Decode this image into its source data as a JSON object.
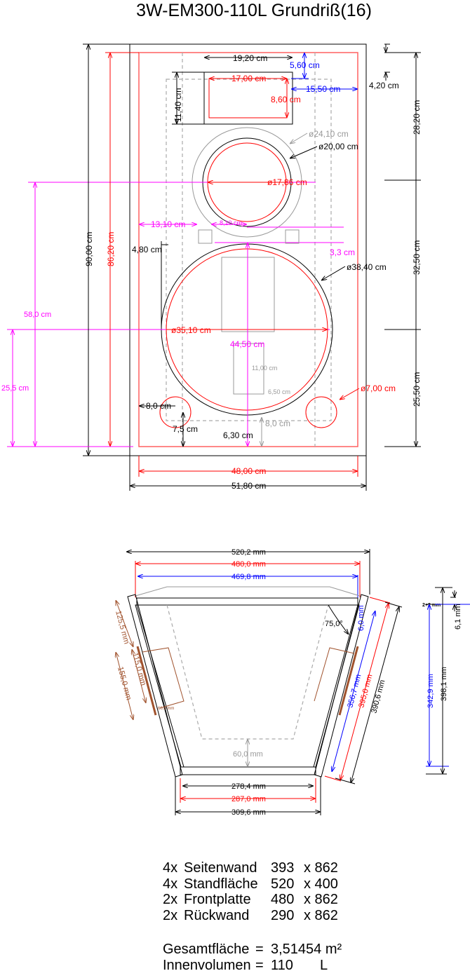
{
  "title": "3W-EM300-110L   Grundriß(16)",
  "front_view": {
    "w_tweeter_plate": "19,20 cm",
    "h_tweeter_plate": "11,40 cm",
    "w_tweeter_cut": "17,00 cm",
    "h_tweeter_cut": "8,60 cm",
    "top_offset": "5,60 cm",
    "side_offset": "15,50 cm",
    "top_margin": "4,20 cm",
    "d_mid_outer": "ø24,10 cm",
    "d_mid_frame": "ø20,00 cm",
    "d_mid_cut": "ø17,86 cm",
    "left_offset": "13,10 cm",
    "small_gap": "8,10 cm",
    "gap_3_3": "3,3 cm",
    "left_4_80": "4,80 cm",
    "d_woofer_frame": "ø38,40 cm",
    "d_woofer_cut": "ø35,10 cm",
    "woofer_center_h": "44,50 cm",
    "inner_rect_h": "11,00 cm",
    "inner_rect_w": "6,50 cm",
    "d_port": "ø7,00 cm",
    "port_side": "8,0 cm",
    "port_bottom": "7,5 cm",
    "woofer_bottom": "6,30 cm",
    "gray_bottom": "8,0 cm",
    "height_total": "90,00 cm",
    "height_inner": "86,20 cm",
    "mid_height": "58,0 cm",
    "woofer_height": "25,5 cm",
    "seg_top": "28,20 cm",
    "seg_mid": "32,50 cm",
    "seg_bottom": "25,50 cm",
    "width_inner": "48,00 cm",
    "width_total": "51,80 cm"
  },
  "plan_view": {
    "w_outer_top": "520,2 mm",
    "w_front_red": "480,0 mm",
    "w_front_blue": "469,8 mm",
    "angle": "75,0°",
    "side_6": "6,0 mm",
    "side_356": "356,7 mm",
    "side_395": "395,0 mm",
    "side_390": "390,6 mm",
    "handle_125": "125,5 mm",
    "handle_115": "115,0 mm",
    "handle_155": "155,0 mm",
    "handle_60": "60,0 mm",
    "depth_gray": "60,0 mm",
    "back_278": "278,4 mm",
    "back_287": "287,0 mm",
    "back_309": "309,6 mm",
    "dim_2_2": "2+2 mm",
    "dim_6_1": "6,1 mm",
    "depth_342": "342,9 mm",
    "depth_398": "398,1 mm"
  },
  "parts": [
    {
      "qty": "4x",
      "name": "Seitenwand",
      "a": "393",
      "b": "x 862"
    },
    {
      "qty": "4x",
      "name": "Standfläche",
      "a": "520",
      "b": "x 400"
    },
    {
      "qty": "2x",
      "name": "Frontplatte",
      "a": "480",
      "b": "x 862"
    },
    {
      "qty": "2x",
      "name": "Rückwand",
      "a": "290",
      "b": "x 862"
    }
  ],
  "summary": {
    "area_label": "Gesamtfläche",
    "area_eq": "=",
    "area_value": "3,51454 m²",
    "volume_label": "Innenvolumen",
    "volume_eq": "=",
    "volume_value": "110",
    "volume_unit": "L"
  }
}
